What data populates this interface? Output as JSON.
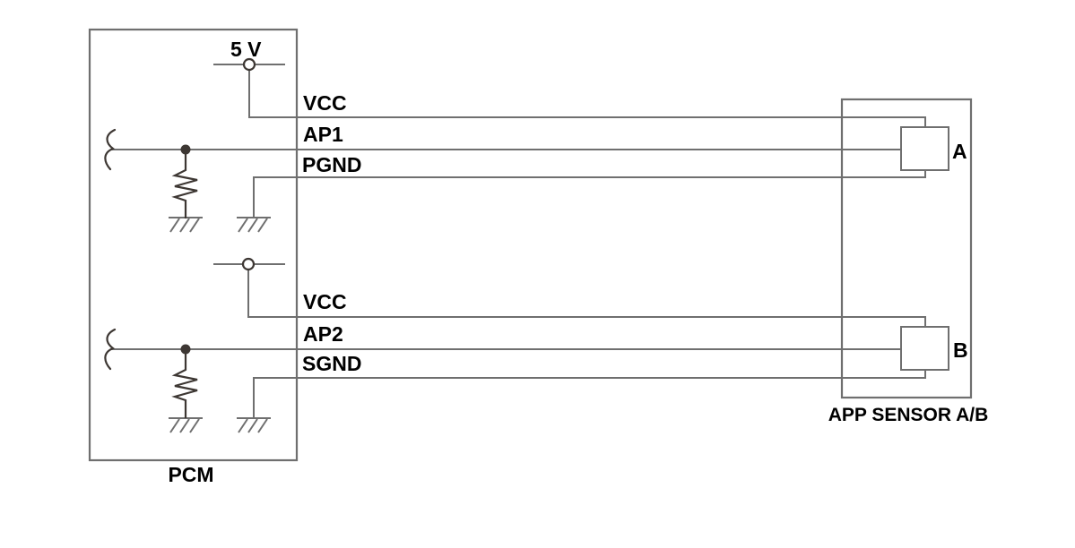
{
  "colors": {
    "line": "#6f6f6f",
    "symbol": "#3d3733",
    "text": "#000000"
  },
  "pcm": {
    "label": "PCM",
    "supply_label": "5 V",
    "pins": {
      "vcc_a": "VCC",
      "ap1": "AP1",
      "pgnd": "PGND",
      "vcc_b": "VCC",
      "ap2": "AP2",
      "sgnd": "SGND"
    }
  },
  "sensor": {
    "label": "APP SENSOR A/B",
    "connector_a_label": "A",
    "connector_b_label": "B"
  }
}
